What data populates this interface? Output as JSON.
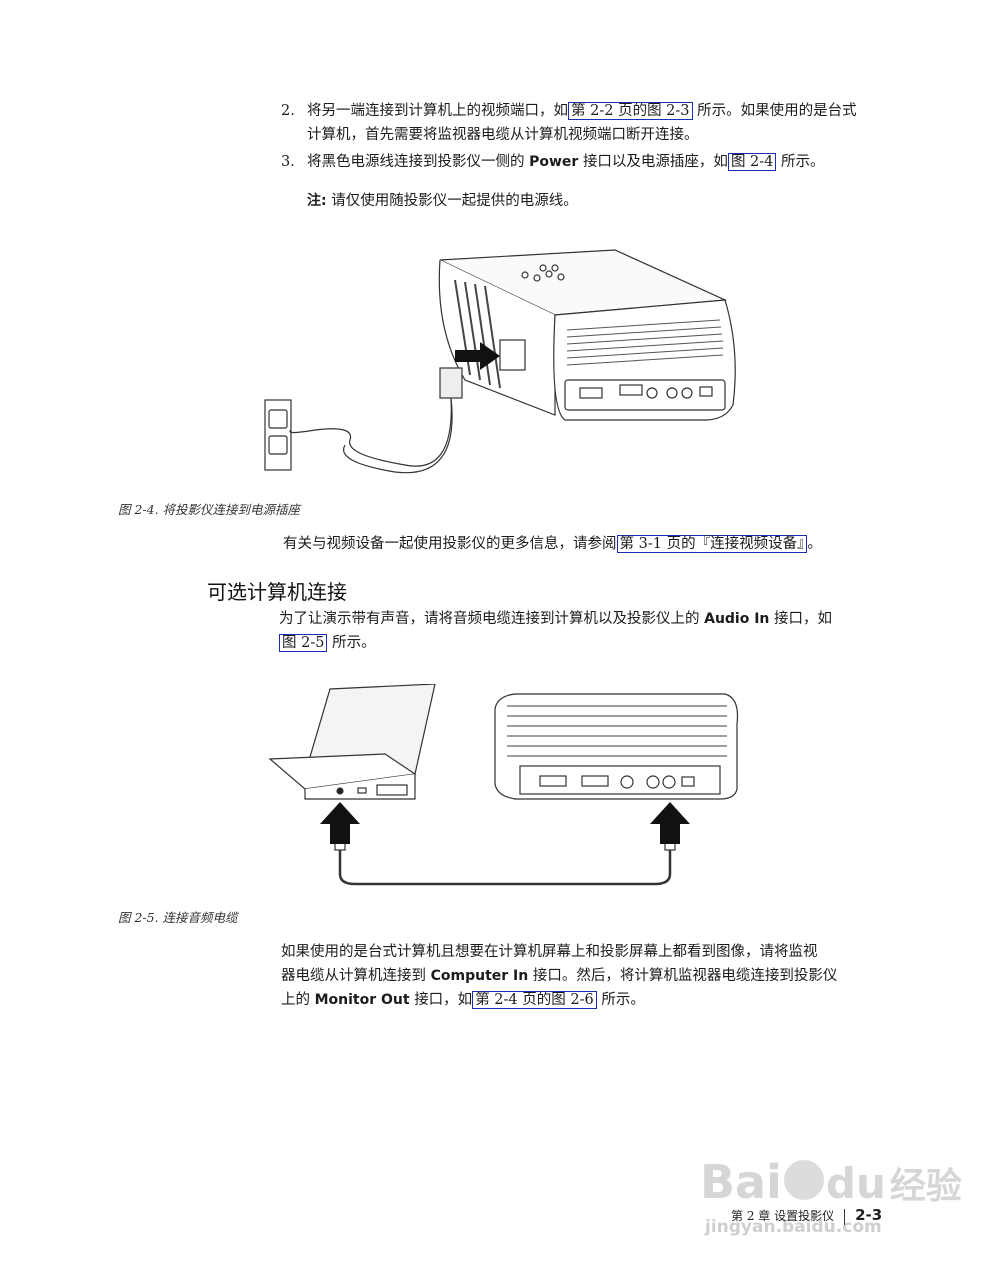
{
  "steps": {
    "s2": {
      "num": "2.",
      "a": "将另一端连接到计算机上的视频端口，如",
      "ref": "第 2-2 页的图 2-3",
      "b": "所示。如果使用的是台式",
      "c": "计算机，首先需要将监视器电缆从计算机视频端口断开连接。"
    },
    "s3": {
      "num": "3.",
      "a": "将黑色电源线连接到投影仪一侧的",
      "bold": "Power",
      "b": "接口以及电源插座，如",
      "ref": "图 2-4",
      "c": "所示。"
    },
    "note": {
      "label": "注:",
      "text": "请仅使用随投影仪一起提供的电源线。"
    }
  },
  "fig24": {
    "caption": "图 2-4. 将投影仪连接到电源插座"
  },
  "para_video": {
    "a": "有关与视频设备一起使用投影仪的更多信息，请参阅",
    "ref": "第 3-1 页的『连接视频设备』",
    "b": "。"
  },
  "section": {
    "title": "可选计算机连接",
    "p1": {
      "a": "为了让演示带有声音，请将音频电缆连接到计算机以及投影仪上的",
      "bold": "Audio In",
      "b": "接口，如",
      "ref": "图 2-5",
      "c": "所示。"
    }
  },
  "fig25": {
    "caption": "图 2-5. 连接音频电缆"
  },
  "para_monitor": {
    "a": "如果使用的是台式计算机且想要在计算机屏幕上和投影屏幕上都看到图像，请将监视",
    "b": "器电缆从计算机连接到",
    "bold1": "Computer In",
    "c": "接口。然后，将计算机监视器电缆连接到投影仪",
    "d": "上的",
    "bold2": "Monitor Out",
    "e": "接口，如",
    "ref": "第 2-4 页的图 2-6",
    "f": "所示。"
  },
  "footer": {
    "chapter": "第 2 章 设置投影仪",
    "page": "2-3"
  },
  "watermark": {
    "brand": "Bai",
    "brand2": "du",
    "cn": "经验",
    "url": "jingyan.baidu.com"
  }
}
